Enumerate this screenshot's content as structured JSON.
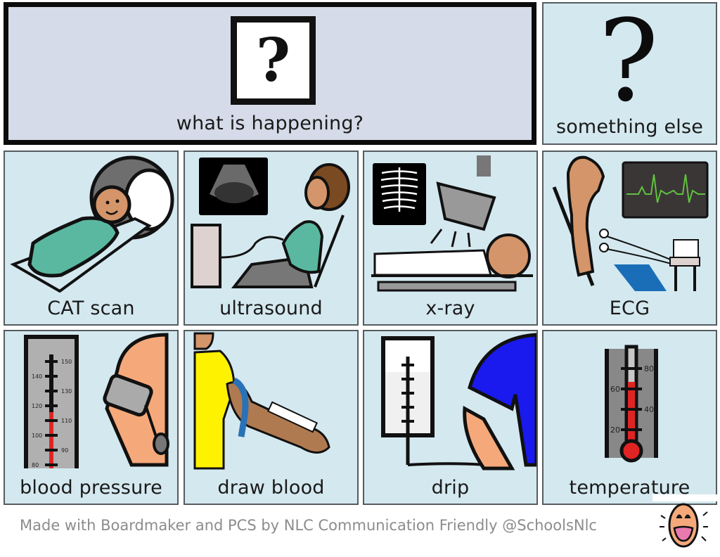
{
  "board": {
    "header": {
      "label": "what is happening?",
      "icon": "question-box-icon",
      "symbol": "?"
    },
    "other": {
      "label": "something else",
      "icon": "question-mark-icon",
      "symbol": "?"
    },
    "tiles": [
      {
        "label": "CAT scan",
        "icon": "cat-scan-icon"
      },
      {
        "label": "ultrasound",
        "icon": "ultrasound-icon"
      },
      {
        "label": "x-ray",
        "icon": "x-ray-icon"
      },
      {
        "label": "ECG",
        "icon": "ecg-icon"
      },
      {
        "label": "blood pressure",
        "icon": "blood-pressure-icon",
        "gauge_labels": [
          "150",
          "140",
          "130",
          "120",
          "110",
          "100",
          "90",
          "80"
        ]
      },
      {
        "label": "draw blood",
        "icon": "draw-blood-icon"
      },
      {
        "label": "drip",
        "icon": "drip-icon"
      },
      {
        "label": "temperature",
        "icon": "thermometer-icon",
        "gauge_labels": [
          "80",
          "60",
          "40",
          "20"
        ]
      }
    ]
  },
  "footer": {
    "credit": "Made with Boardmaker and PCS by NLC Communication Friendly @SchoolsNlc",
    "logo": "smiley-face-icon"
  },
  "colors": {
    "tile_bg": "#d4e8ef",
    "header_bg": "#d5dbe8",
    "skin": "#d4956a",
    "teal": "#5bb8a0",
    "red": "#e02424",
    "blue": "#1a1aee",
    "yellow": "#fff200"
  }
}
